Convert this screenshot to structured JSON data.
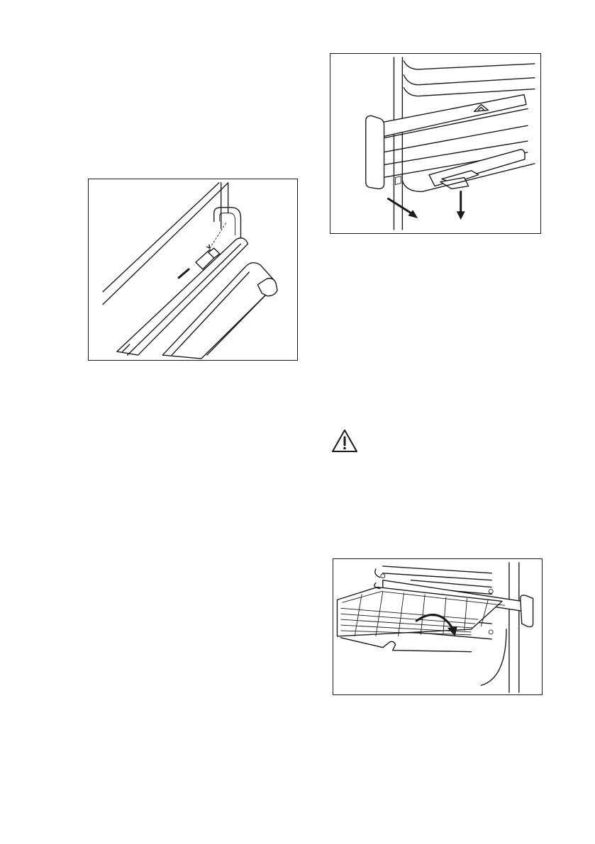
{
  "page": {
    "icons": {
      "warning": "warning-triangle-icon"
    }
  },
  "figures": [
    {
      "id": "oven-door-hinge",
      "icon": "door-hinge-illustration"
    },
    {
      "id": "telescopic-runner",
      "icon": "telescopic-runner-illustration"
    },
    {
      "id": "wire-shelf",
      "icon": "wire-shelf-illustration"
    }
  ]
}
